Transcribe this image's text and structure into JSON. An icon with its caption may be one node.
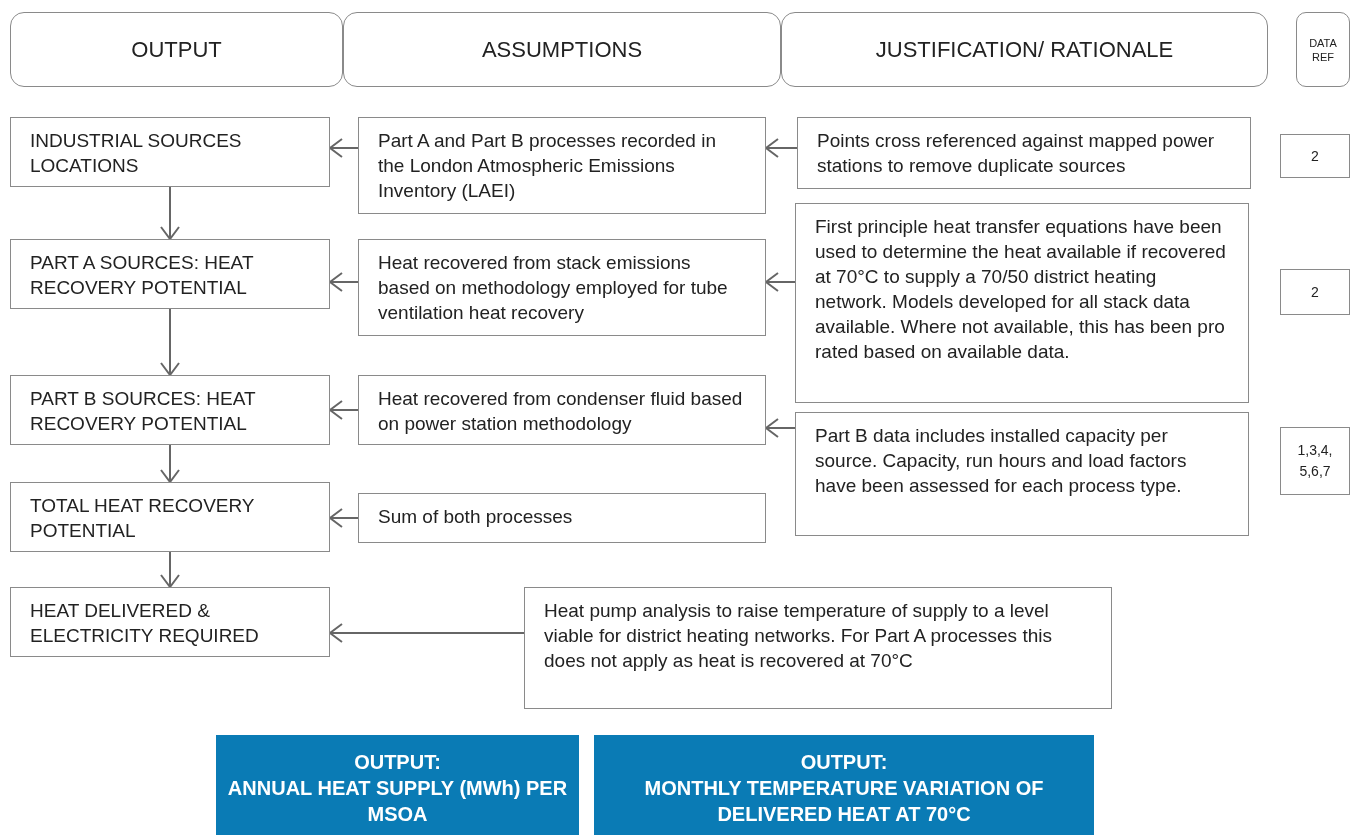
{
  "diagram": {
    "nodes": [
      {
        "text": [
          "OUTPUT"
        ]
      },
      {
        "text": [
          "ASSUMPTIONS"
        ]
      },
      {
        "text": [
          "JUSTIFICATION/ RATIONALE"
        ]
      },
      {
        "text": [
          "DATA REF"
        ]
      },
      {
        "text": [
          "INDUSTRIAL SOURCES LOCATIONS"
        ]
      },
      {
        "text": [
          "Part A and Part B processes recorded in the London Atmospheric Emissions Inventory (LAEI)"
        ]
      },
      {
        "text": [
          "Points cross referenced against mapped power stations to remove duplicate sources"
        ]
      },
      {
        "text": [
          "2"
        ]
      },
      {
        "text": [
          "PART A SOURCES: HEAT RECOVERY POTENTIAL"
        ]
      },
      {
        "text": [
          "Heat recovered from stack emissions based on methodology employed for tube ventilation heat recovery"
        ]
      },
      {
        "text": [
          "First principle heat transfer equations have been used to determine the heat available if recovered at 70°C to supply a 70/50 district heating network. Models developed for all stack data available. Where not available, this has been pro rated based on available data."
        ]
      },
      {
        "text": [
          "2"
        ]
      },
      {
        "text": [
          "PART B SOURCES: HEAT RECOVERY POTENTIAL"
        ]
      },
      {
        "text": [
          "Heat recovered from condenser fluid based on power station methodology"
        ]
      },
      {
        "text": [
          "Part B data includes installed capacity per source. Capacity, run hours and load factors have been assessed for each process type."
        ]
      },
      {
        "text": [
          "1,3,4, 5,6,7"
        ]
      },
      {
        "text": [
          "TOTAL HEAT RECOVERY POTENTIAL"
        ]
      },
      {
        "text": [
          "Sum of both processes"
        ]
      },
      {
        "text": [
          "HEAT DELIVERED & ELECTRICITY REQUIRED"
        ]
      },
      {
        "text": [
          "Heat pump analysis to raise temperature of supply to a level viable for district heating networks. For Part A processes this does not apply as heat is recovered at 70°C"
        ]
      },
      {
        "text": [
          "OUTPUT:",
          "ANNUAL HEAT SUPPLY (MWh) PER MSOA"
        ]
      },
      {
        "text": [
          "OUTPUT:",
          "MONTHLY TEMPERATURE VARIATION OF DELIVERED HEAT AT 70°C"
        ]
      }
    ],
    "edges": [
      {
        "from": 5,
        "to": 4,
        "arrow": "to"
      },
      {
        "from": 6,
        "to": 5,
        "arrow": "to"
      },
      {
        "from": 4,
        "to": 8,
        "arrow": "to"
      },
      {
        "from": 9,
        "to": 8,
        "arrow": "to"
      },
      {
        "from": 10,
        "to": 9,
        "arrow": "to"
      },
      {
        "from": 8,
        "to": 12,
        "arrow": "to"
      },
      {
        "from": 13,
        "to": 12,
        "arrow": "to"
      },
      {
        "from": 14,
        "to": 13,
        "arrow": "to"
      },
      {
        "from": 12,
        "to": 16,
        "arrow": "to"
      },
      {
        "from": 17,
        "to": 16,
        "arrow": "to"
      },
      {
        "from": 16,
        "to": 18,
        "arrow": "to"
      },
      {
        "from": 19,
        "to": 18,
        "arrow": "to"
      }
    ]
  }
}
